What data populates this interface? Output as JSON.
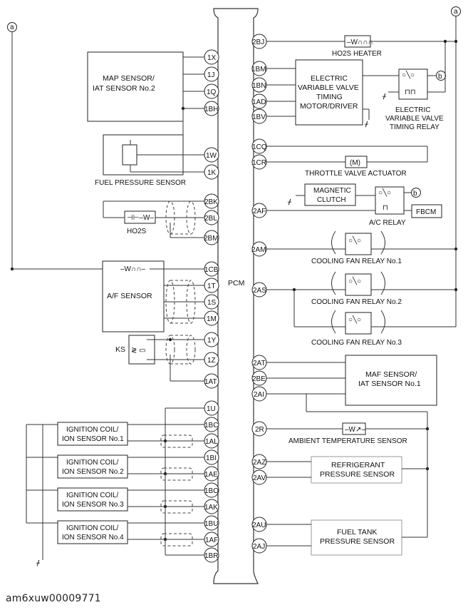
{
  "pcm_label": "PCM",
  "caption": "am6xuw00009771",
  "marker": "a",
  "marker_b": "b",
  "pins_left": {
    "1X": "1X",
    "1J": "1J",
    "1Q": "1Q",
    "1BH": "1BH",
    "1W": "1W",
    "1K": "1K",
    "2BK": "2BK",
    "2BL": "2BL",
    "2BM": "2BM",
    "1CB": "1CB",
    "1T": "1T",
    "1S": "1S",
    "1M": "1M",
    "1Y": "1Y",
    "1Z": "1Z",
    "1AT": "1AT",
    "1U": "1U",
    "1BC": "1BC",
    "1AL": "1AL",
    "1BI": "1BI",
    "1AE": "1AE",
    "1BO": "1BO",
    "1AK": "1AK",
    "1BU": "1BU",
    "1AF": "1AF",
    "1BR": "1BR"
  },
  "pins_right": {
    "2BJ": "2BJ",
    "1BM": "1BM",
    "1BN": "1BN",
    "1AD": "1AD",
    "1BV": "1BV",
    "1CQ": "1CQ",
    "1CR": "1CR",
    "2AF": "2AF",
    "2AM": "2AM",
    "2AS": "2AS",
    "2AT": "2AT",
    "2BE": "2BE",
    "2AI": "2AI",
    "2R": "2R",
    "2AZ": "2AZ",
    "2AV": "2AV",
    "2AU": "2AU",
    "2AJ": "2AJ"
  },
  "components": {
    "map_sensor": [
      "MAP SENSOR/",
      "IAT SENSOR No.2"
    ],
    "fuel_pressure_sensor": "FUEL PRESSURE SENSOR",
    "ho2s": "HO2S",
    "af_sensor": "A/F SENSOR",
    "ks": "KS",
    "ign1": [
      "IGNITION COIL/",
      "ION SENSOR No.1"
    ],
    "ign2": [
      "IGNITION COIL/",
      "ION SENSOR No.2"
    ],
    "ign3": [
      "IGNITION COIL/",
      "ION SENSOR No.3"
    ],
    "ign4": [
      "IGNITION COIL/",
      "ION SENSOR No.4"
    ],
    "ho2s_heater": "HO2S HEATER",
    "evvt_motor": [
      "ELECTRIC",
      "VARIABLE VALVE",
      "TIMING",
      "MOTOR/DRIVER"
    ],
    "evvt_relay": [
      "ELECTRIC",
      "VARIABLE VALVE",
      "TIMING RELAY"
    ],
    "throttle": "THROTTLE VALVE ACTUATOR",
    "magnetic_clutch": [
      "MAGNETIC",
      "CLUTCH"
    ],
    "ac_relay": "A/C RELAY",
    "fbcm": "FBCM",
    "fan1": "COOLING FAN RELAY No.1",
    "fan2": "COOLING FAN RELAY No.2",
    "fan3": "COOLING FAN RELAY No.3",
    "maf": [
      "MAF SENSOR/",
      "IAT SENSOR No.1"
    ],
    "ambient": "AMBIENT TEMPERATURE SENSOR",
    "refrigerant": [
      "REFRIGERANT",
      "PRESSURE SENSOR"
    ],
    "fuel_tank": [
      "FUEL TANK",
      "PRESSURE SENSOR"
    ]
  }
}
